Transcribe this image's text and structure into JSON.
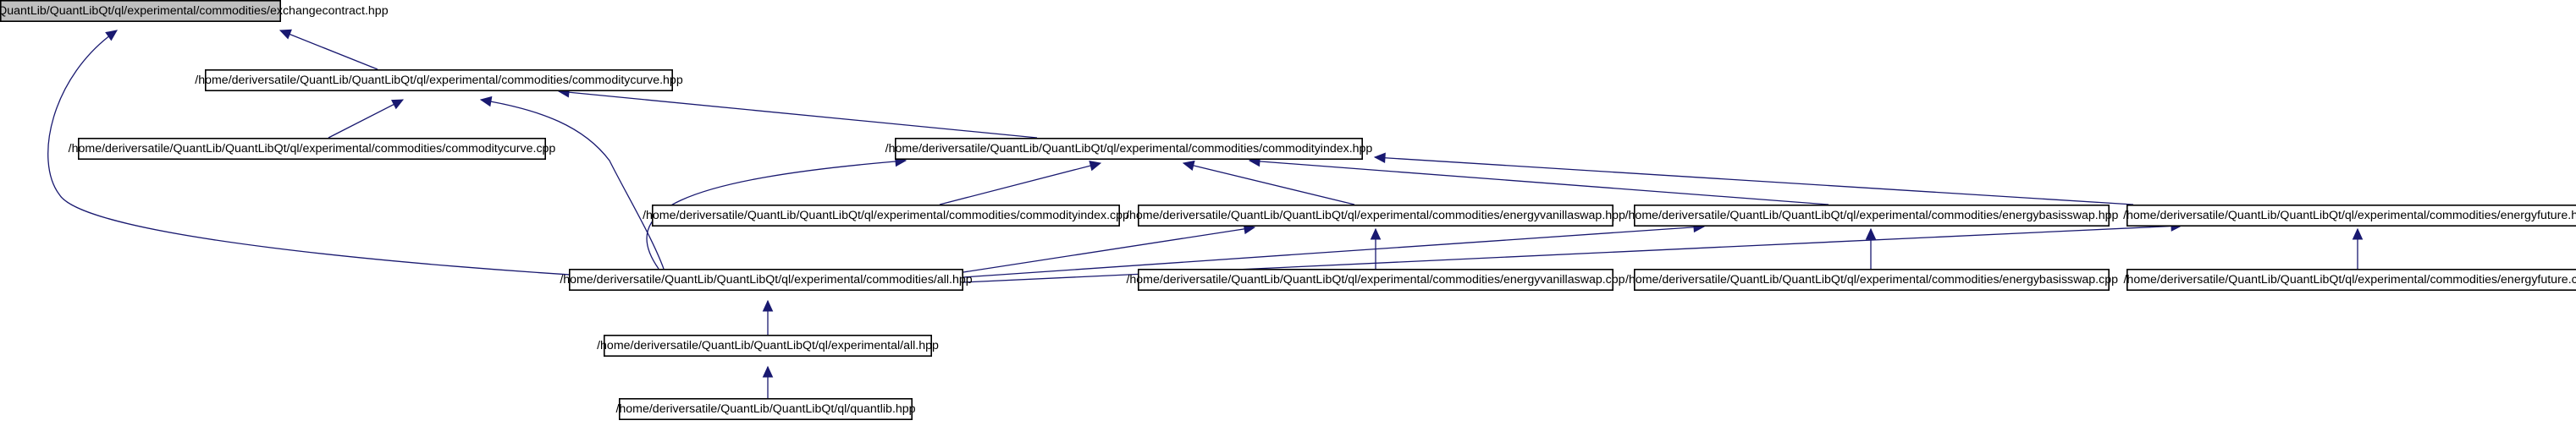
{
  "diagram": {
    "nodes": [
      {
        "id": "exchangecontract_hpp",
        "label": "/home/deriversatile/QuantLib/QuantLibQt/ql/experimental/commodities/exchangecontract.hpp",
        "root": true
      },
      {
        "id": "commoditycurve_hpp",
        "label": "/home/deriversatile/QuantLib/QuantLibQt/ql/experimental/commodities/commoditycurve.hpp"
      },
      {
        "id": "commoditycurve_cpp",
        "label": "/home/deriversatile/QuantLib/QuantLibQt/ql/experimental/commodities/commoditycurve.cpp"
      },
      {
        "id": "commodityindex_hpp",
        "label": "/home/deriversatile/QuantLib/QuantLibQt/ql/experimental/commodities/commodityindex.hpp"
      },
      {
        "id": "commodityindex_cpp",
        "label": "/home/deriversatile/QuantLib/QuantLibQt/ql/experimental/commodities/commodityindex.cpp"
      },
      {
        "id": "energyvanillaswap_hpp",
        "label": "/home/deriversatile/QuantLib/QuantLibQt/ql/experimental/commodities/energyvanillaswap.hpp"
      },
      {
        "id": "energybasisswap_hpp",
        "label": "/home/deriversatile/QuantLib/QuantLibQt/ql/experimental/commodities/energybasisswap.hpp"
      },
      {
        "id": "energyfuture_hpp",
        "label": "/home/deriversatile/QuantLib/QuantLibQt/ql/experimental/commodities/energyfuture.hpp"
      },
      {
        "id": "commodities_all_hpp",
        "label": "/home/deriversatile/QuantLib/QuantLibQt/ql/experimental/commodities/all.hpp"
      },
      {
        "id": "energyvanillaswap_cpp",
        "label": "/home/deriversatile/QuantLib/QuantLibQt/ql/experimental/commodities/energyvanillaswap.cpp"
      },
      {
        "id": "energybasisswap_cpp",
        "label": "/home/deriversatile/QuantLib/QuantLibQt/ql/experimental/commodities/energybasisswap.cpp"
      },
      {
        "id": "energyfuture_cpp",
        "label": "/home/deriversatile/QuantLib/QuantLibQt/ql/experimental/commodities/energyfuture.cpp"
      },
      {
        "id": "experimental_all_hpp",
        "label": "/home/deriversatile/QuantLib/QuantLibQt/ql/experimental/all.hpp"
      },
      {
        "id": "quantlib_hpp",
        "label": "/home/deriversatile/QuantLib/QuantLibQt/ql/quantlib.hpp"
      }
    ],
    "edges": [
      {
        "from": "commoditycurve_hpp",
        "to": "exchangecontract_hpp"
      },
      {
        "from": "commodities_all_hpp",
        "to": "exchangecontract_hpp"
      },
      {
        "from": "commoditycurve_cpp",
        "to": "commoditycurve_hpp"
      },
      {
        "from": "commodityindex_hpp",
        "to": "commoditycurve_hpp"
      },
      {
        "from": "commodities_all_hpp",
        "to": "commoditycurve_hpp"
      },
      {
        "from": "commodityindex_cpp",
        "to": "commodityindex_hpp"
      },
      {
        "from": "energyvanillaswap_hpp",
        "to": "commodityindex_hpp"
      },
      {
        "from": "energybasisswap_hpp",
        "to": "commodityindex_hpp"
      },
      {
        "from": "energyfuture_hpp",
        "to": "commodityindex_hpp"
      },
      {
        "from": "commodities_all_hpp",
        "to": "commodityindex_hpp"
      },
      {
        "from": "commodities_all_hpp",
        "to": "energyvanillaswap_hpp"
      },
      {
        "from": "energyvanillaswap_cpp",
        "to": "energyvanillaswap_hpp"
      },
      {
        "from": "commodities_all_hpp",
        "to": "energybasisswap_hpp"
      },
      {
        "from": "energybasisswap_cpp",
        "to": "energybasisswap_hpp"
      },
      {
        "from": "commodities_all_hpp",
        "to": "energyfuture_hpp"
      },
      {
        "from": "energyfuture_cpp",
        "to": "energyfuture_hpp"
      },
      {
        "from": "experimental_all_hpp",
        "to": "commodities_all_hpp"
      },
      {
        "from": "quantlib_hpp",
        "to": "experimental_all_hpp"
      }
    ]
  },
  "colors": {
    "edge": "#191970",
    "root_fill": "#bfbfbf",
    "node_fill": "#ffffff",
    "node_border": "#000000"
  }
}
